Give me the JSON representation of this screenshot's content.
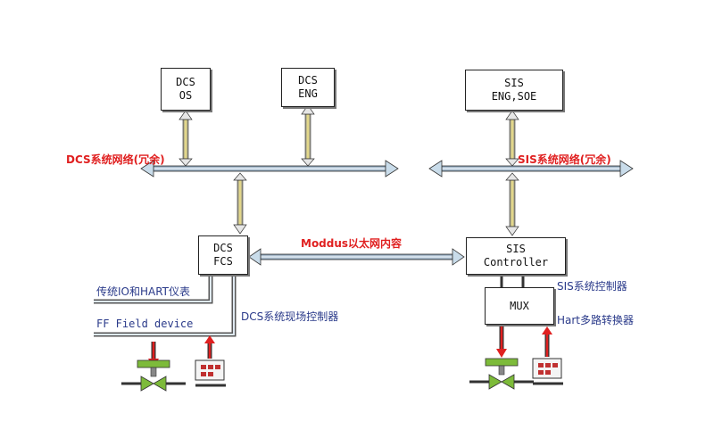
{
  "boxes": {
    "dcs_os": [
      "DCS",
      "OS"
    ],
    "dcs_eng": [
      "DCS",
      "ENG"
    ],
    "sis_eng": [
      "SIS",
      "ENG,SOE"
    ],
    "dcs_fcs": [
      "DCS",
      "FCS"
    ],
    "sis_controller": [
      "SIS",
      "Controller"
    ],
    "mux": "MUX"
  },
  "labels": {
    "dcs_network": "DCS系统网络(冗余)",
    "sis_network": "SIS系统网络(冗余)",
    "modbus": "Moddus以太网内容",
    "traditional_io": "传统IO和HART仪表",
    "ff_field": "FF Field device",
    "dcs_controller": "DCS系统现场控制器",
    "sis_controller_label": "SIS系统控制器",
    "hart_mux": "Hart多路转换器"
  },
  "colors": {
    "red_label": "#e02020",
    "blue_label": "#2a3a8a",
    "pipe": "#9ec0d8",
    "connector": "#f2e79a",
    "arrow_red": "#e02020"
  }
}
